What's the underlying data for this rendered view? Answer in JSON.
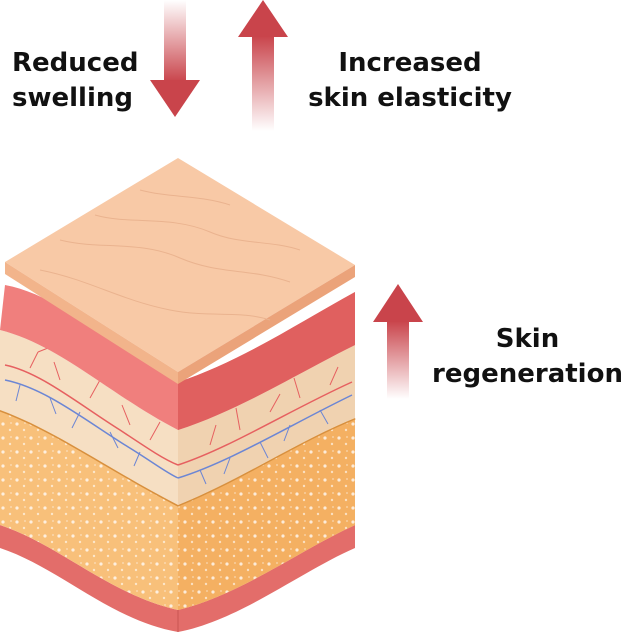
{
  "labels": {
    "reduced_swelling": {
      "line1": "Reduced",
      "line2": "swelling"
    },
    "increased_elasticity": {
      "line1": "Increased",
      "line2": "skin elasticity"
    },
    "skin_regeneration": {
      "line1": "Skin",
      "line2": "regeneration"
    }
  },
  "arrows": {
    "reduced_swelling": "down",
    "increased_elasticity": "up",
    "skin_regeneration": "up"
  },
  "colors": {
    "arrow": "#c9444b",
    "epidermis_top": "#f8c9a6",
    "epidermis_side": "#f2b48b",
    "red_layer": "#f07f7d",
    "red_layer_dark": "#e0605f",
    "dermis": "#f6dfc3",
    "fat": "#f8c07a",
    "fat_dark": "#f0a95b",
    "base": "#e36d6a",
    "vein_red": "#e66060",
    "vein_blue": "#6c86d4"
  }
}
